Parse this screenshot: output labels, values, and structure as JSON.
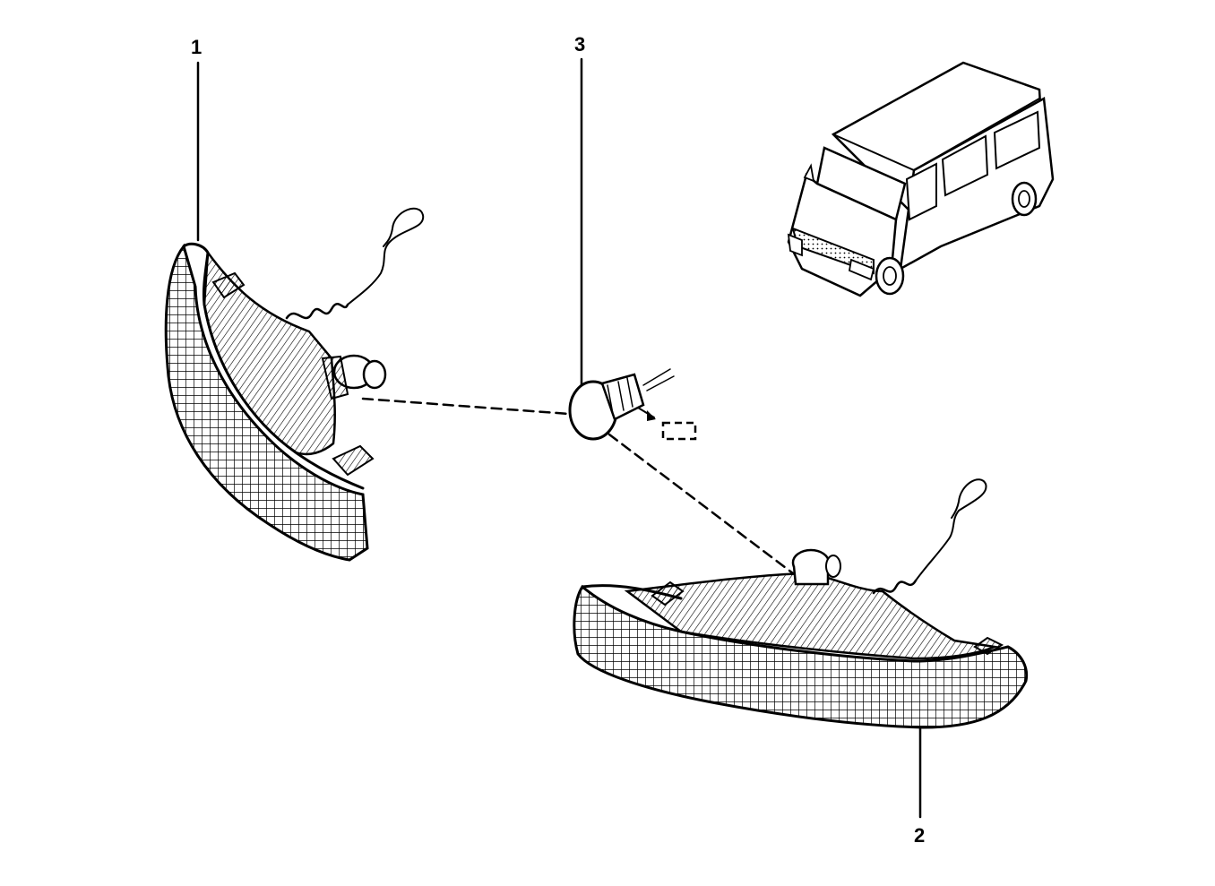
{
  "callouts": {
    "part1": "1",
    "part2": "2",
    "part3": "3"
  },
  "parts": [
    {
      "ref": "1",
      "kind": "front-left-indicator-lamp"
    },
    {
      "ref": "2",
      "kind": "front-right-indicator-lamp"
    },
    {
      "ref": "3",
      "kind": "bulb"
    }
  ],
  "colors": {
    "ink": "#000000",
    "paper": "#ffffff"
  }
}
